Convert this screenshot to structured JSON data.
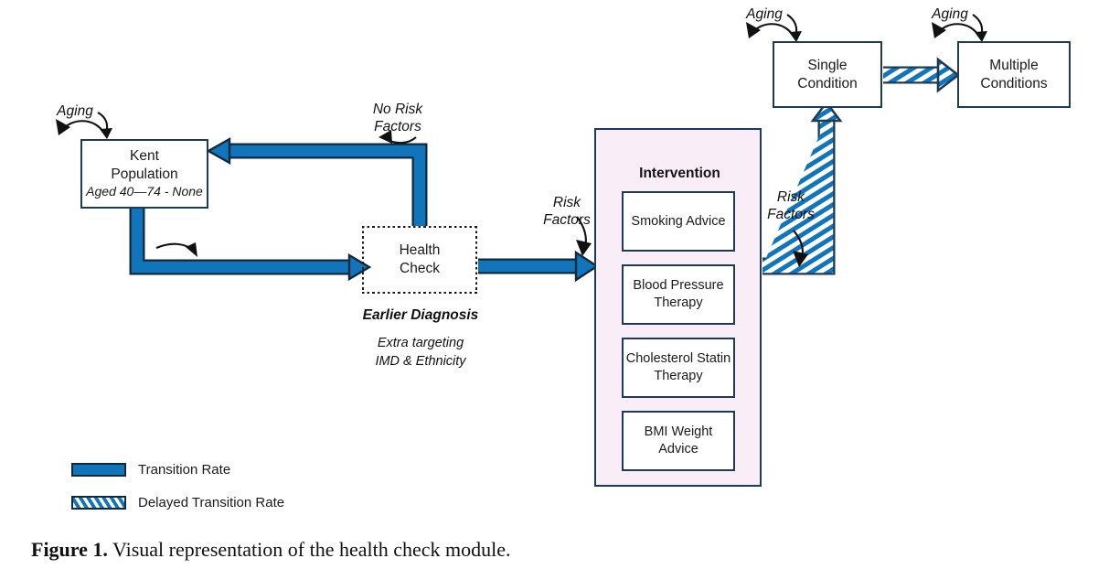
{
  "figure": {
    "caption_prefix": "Figure 1.",
    "caption_text": " Visual representation of the health check module."
  },
  "colors": {
    "transition_blue": "#1175bb",
    "outline_navy": "#1f3a55",
    "intervention_bg": "#f9eef7",
    "page_bg": "#ffffff"
  },
  "nodes": {
    "kent_population": {
      "line1": "Kent",
      "line2": "Population",
      "line3": "Aged 40—74 - None"
    },
    "health_check": {
      "line1": "Health",
      "line2": "Check"
    },
    "single_condition": {
      "line1": "Single",
      "line2": "Condition"
    },
    "multiple_conditions": {
      "line1": "Multiple",
      "line2": "Conditions"
    }
  },
  "intervention": {
    "title": "Intervention",
    "boxes": [
      {
        "line1": "Smoking",
        "line2": "Advice"
      },
      {
        "line1": "Blood Pressure",
        "line2": "Therapy"
      },
      {
        "line1": "Cholesterol",
        "line2": "Statin Therapy"
      },
      {
        "line1": "BMI",
        "line2": "Weight Advice"
      }
    ]
  },
  "edge_labels": {
    "aging_kent": "Aging",
    "aging_single": "Aging",
    "aging_multiple": "Aging",
    "no_risk_factors": "No Risk\nFactors",
    "risk_factors_intervention": "Risk\nFactors",
    "risk_factors_condition": "Risk\nFactors"
  },
  "legend": {
    "items": [
      {
        "label": "Transition Rate",
        "style": "solid",
        "icon": "solid-swatch-icon"
      },
      {
        "label": "Delayed Transition Rate",
        "style": "hatched",
        "icon": "hatched-swatch-icon"
      }
    ]
  }
}
